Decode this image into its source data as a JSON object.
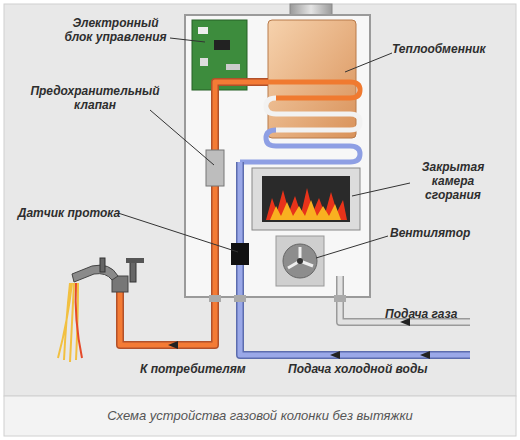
{
  "diagram": {
    "caption": "Схема устройства газовой колонки без вытяжки",
    "labels": [
      "Электронный блок управления",
      "Предохранительный клапан",
      "Датчик протока",
      "Теплообменник",
      "Закрытая камера сгорания",
      "Вентилятор",
      "Подача газа",
      "Подача холодной воды",
      "К потребителям"
    ]
  }
}
